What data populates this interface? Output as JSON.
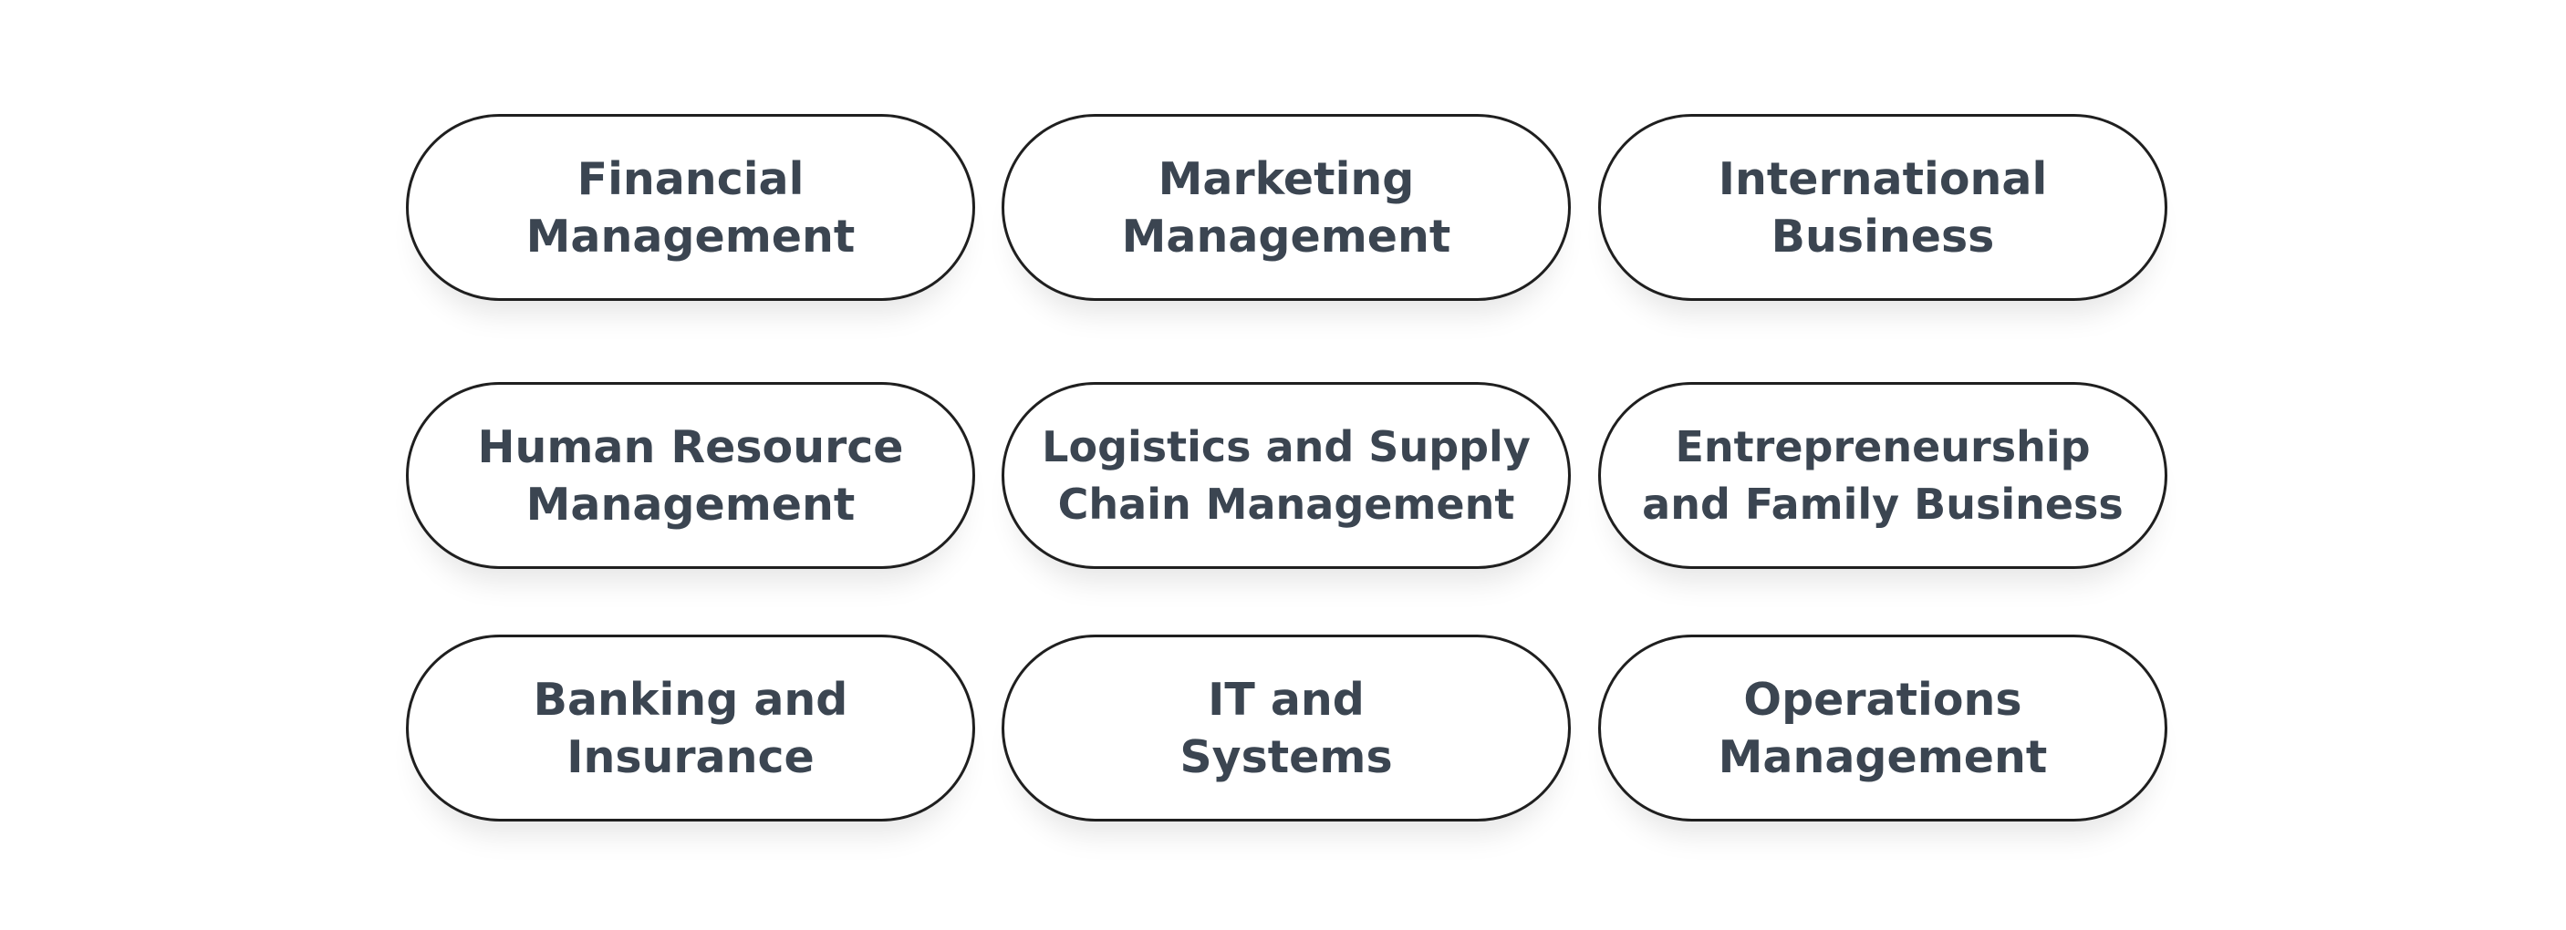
{
  "specializations": [
    {
      "lines": [
        "Financial",
        "Management"
      ]
    },
    {
      "lines": [
        "Marketing",
        "Management"
      ]
    },
    {
      "lines": [
        "International",
        "Business"
      ]
    },
    {
      "lines": [
        "Human Resource",
        "Management"
      ]
    },
    {
      "lines": [
        "Logistics and Supply",
        "Chain Management"
      ]
    },
    {
      "lines": [
        "Entrepreneurship",
        "and Family Business"
      ]
    },
    {
      "lines": [
        "Banking and",
        "Insurance"
      ]
    },
    {
      "lines": [
        "IT and",
        "Systems"
      ]
    },
    {
      "lines": [
        "Operations",
        "Management"
      ]
    }
  ]
}
